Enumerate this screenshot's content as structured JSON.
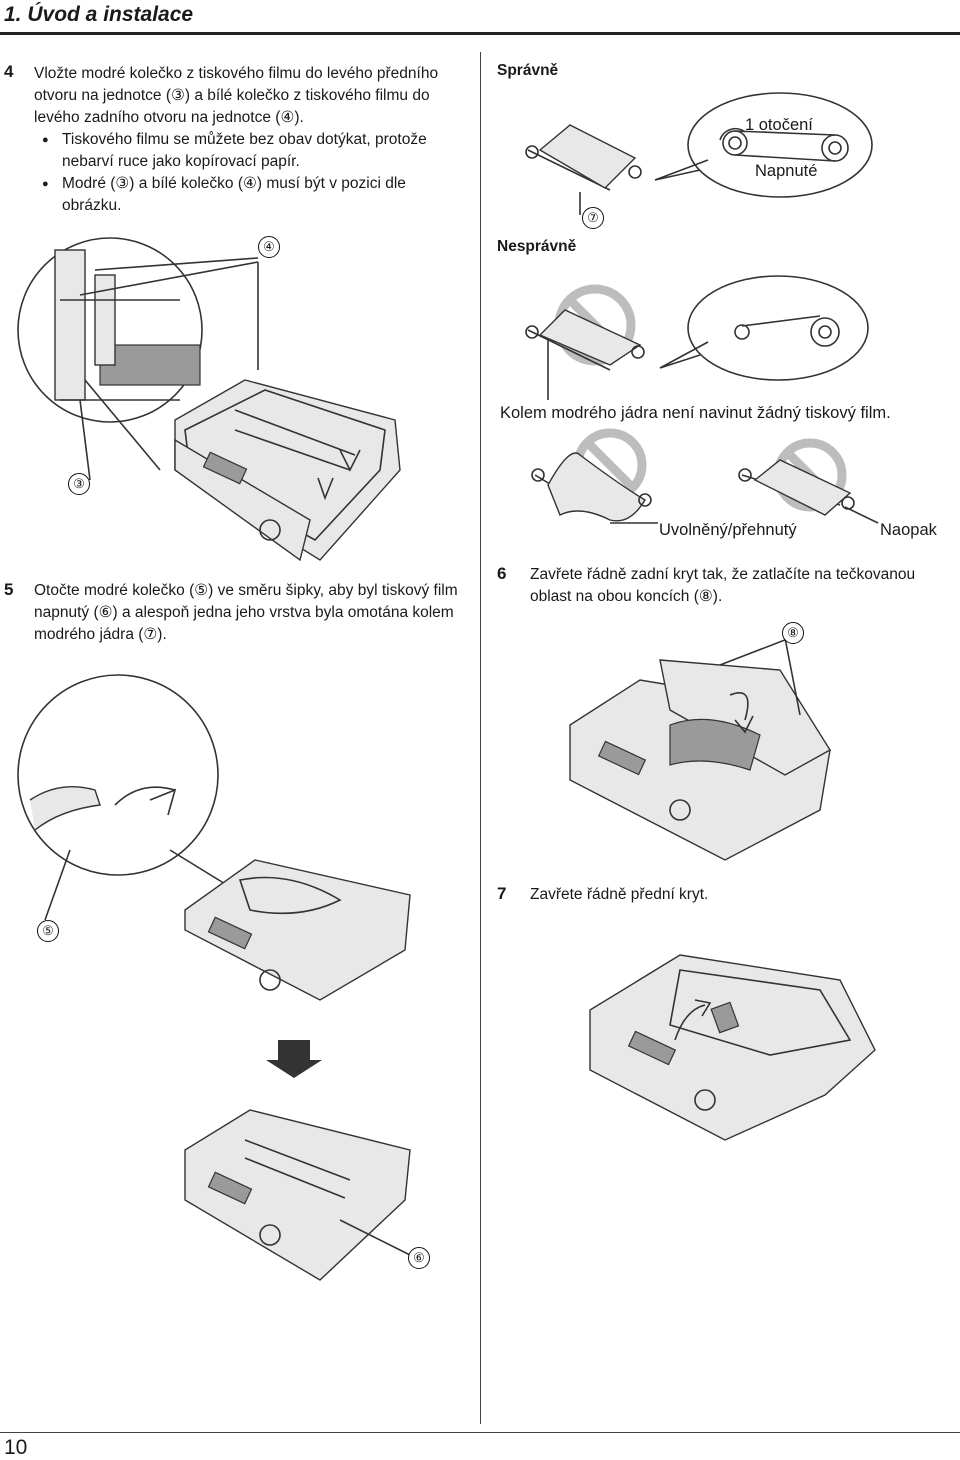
{
  "header": {
    "title": "1. Úvod a instalace"
  },
  "step4": {
    "num": "4",
    "lines": [
      "Vložte modré kolečko z tiskového filmu do levého předního",
      "otvoru na jednotce (③) a bílé kolečko z tiskového filmu do",
      "levého zadního otvoru na jednotce (④)."
    ],
    "bullets": [
      [
        "Tiskového filmu se můžete bez obav dotýkat, protože",
        "nebarví ruce jako kopírovací papír."
      ],
      [
        "Modré (③) a bílé kolečko (④) musí být v pozici dle",
        "obrázku."
      ]
    ],
    "callout_4": "④",
    "callout_3": "③"
  },
  "correct": {
    "label": "Správně",
    "turn_text": "1 otočení",
    "taut_text": "Napnuté",
    "callout_7": "⑦"
  },
  "incorrect": {
    "label": "Nesprávně",
    "caption": "Kolem modrého jádra není navinut žádný tiskový film.",
    "loose": "Uvolněný/přehnutý",
    "reverse": "Naopak"
  },
  "step5": {
    "num": "5",
    "lines": [
      "Otočte modré kolečko (⑤) ve směru šipky, aby byl tiskový film",
      "napnutý (⑥) a alespoň jedna jeho vrstva byla omotána kolem",
      "modrého jádra (⑦)."
    ],
    "callout_5": "⑤",
    "callout_6": "⑥"
  },
  "step6": {
    "num": "6",
    "lines": [
      "Zavřete řádně zadní kryt tak, že zatlačíte na tečkovanou",
      "oblast na obou koncích (⑧)."
    ],
    "callout_8": "⑧"
  },
  "step7": {
    "num": "7",
    "text": "Zavřete řádně přední kryt."
  },
  "footer": {
    "page_number": "10"
  }
}
